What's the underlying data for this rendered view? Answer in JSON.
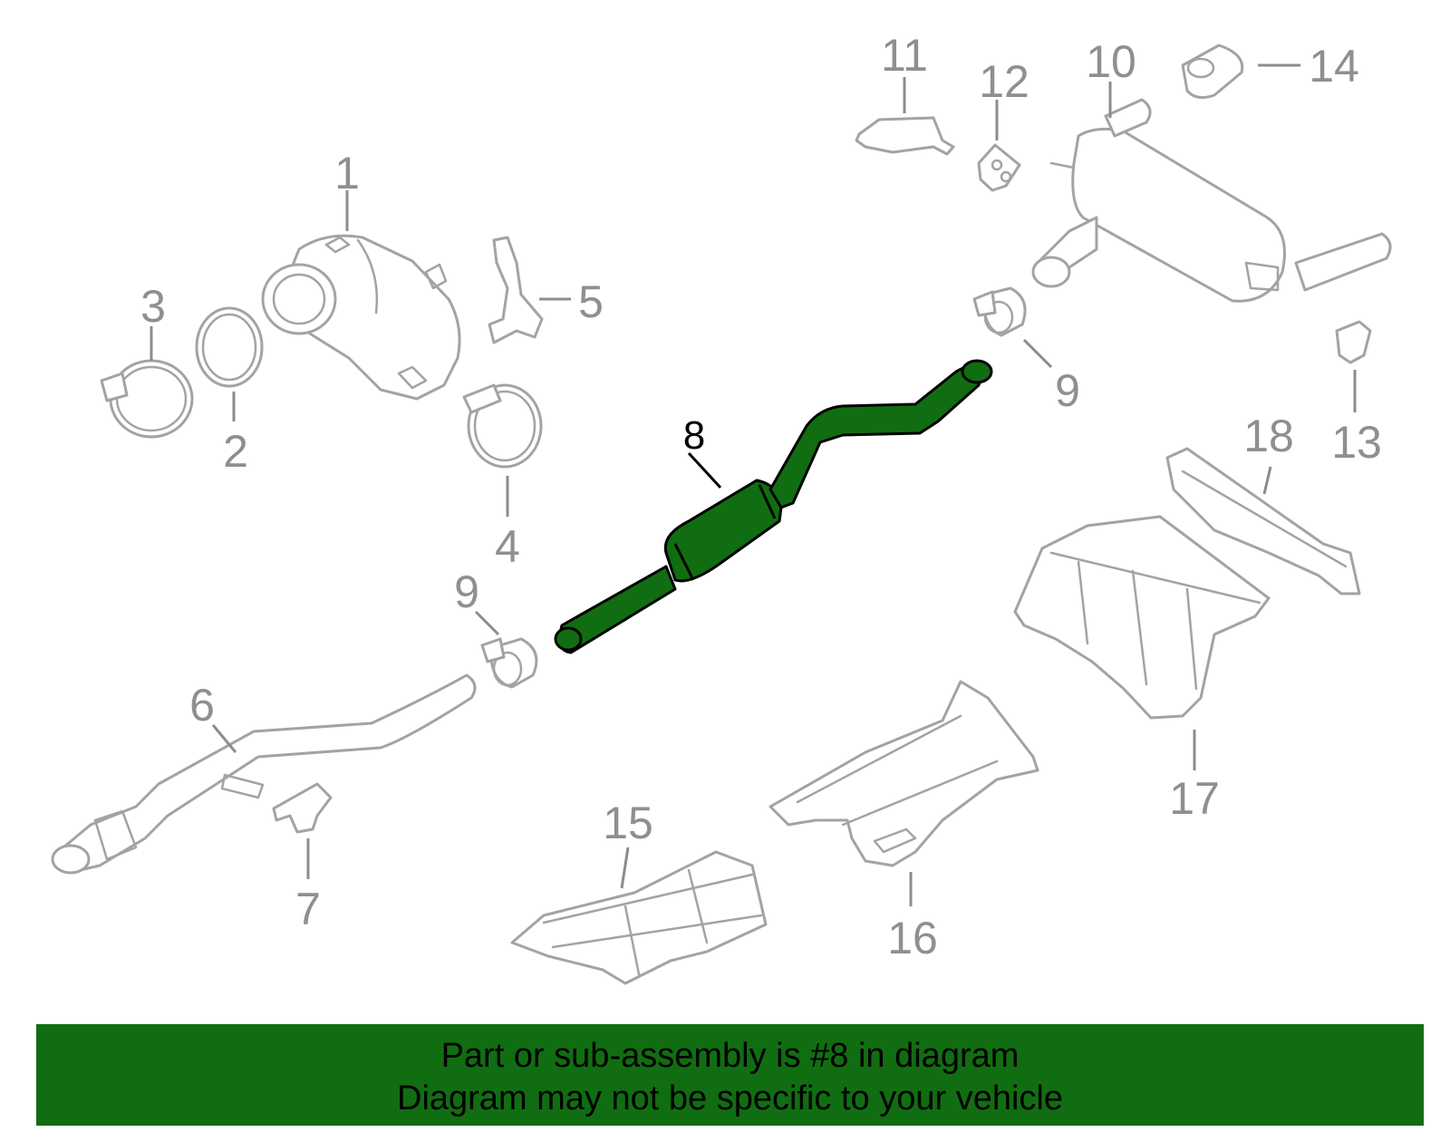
{
  "highlight_color": "#116d11",
  "part_color": "#a3a3a3",
  "selected_part": "8",
  "callouts": {
    "c1": "1",
    "c2": "2",
    "c3": "3",
    "c4": "4",
    "c5": "5",
    "c6": "6",
    "c7": "7",
    "c8": "8",
    "c9a": "9",
    "c9b": "9",
    "c10": "10",
    "c11": "11",
    "c12": "12",
    "c13": "13",
    "c14": "14",
    "c15": "15",
    "c16": "16",
    "c17": "17",
    "c18": "18"
  },
  "banner": {
    "line1": "Part or sub-assembly is #8 in diagram",
    "line2": "Diagram may not be specific to your vehicle"
  }
}
